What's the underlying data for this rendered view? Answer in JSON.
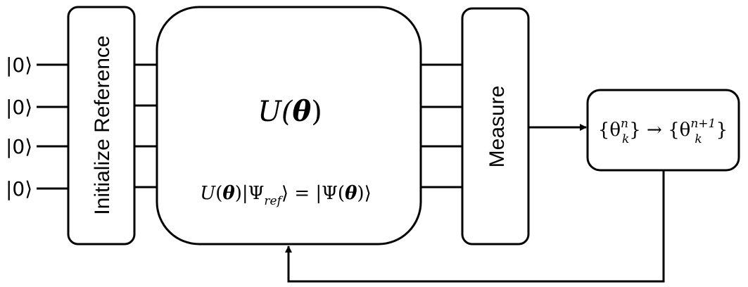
{
  "inputs": [
    "|0⟩",
    "|0⟩",
    "|0⟩",
    "|0⟩"
  ],
  "init_box": {
    "label": "Initialize Reference"
  },
  "unitary_box": {
    "title": {
      "main": "U(",
      "param": "θ",
      "close": ")"
    },
    "equation": {
      "u": "U",
      "open1": "(",
      "theta1": "θ",
      "close1": ")|Ψ",
      "ref": "ref",
      "eq": "⟩ = |Ψ(",
      "theta2": "θ",
      "close2": ")⟩"
    }
  },
  "measure_box": {
    "label": "Measure"
  },
  "update_box": {
    "open_a": "{θ",
    "sup_a": "n",
    "sub_a": "k",
    "close_a": "}",
    "arrow": " → ",
    "open_b": "{θ",
    "sup_b": "n+1",
    "sub_b": "k",
    "close_b": "}"
  }
}
